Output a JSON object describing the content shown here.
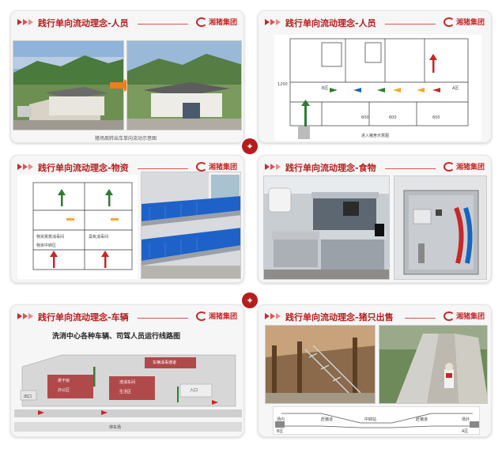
{
  "slides": {
    "s1": {
      "title": "践行单向流动理念-人员",
      "logo": "湘猪集团",
      "caption": "猪场周转出车单向流动示意图"
    },
    "s2": {
      "title": "践行单向流动理念-人员",
      "logo": "湘猪集团",
      "floor_labels": [
        "B区",
        "A区",
        "600",
        "600",
        "600"
      ],
      "side_label": "1200",
      "caption": "进入猪舍示意图"
    },
    "s3": {
      "title": "践行单向流动理念-物资",
      "logo": "湘猪集团",
      "rooms": [
        "物资熏蒸消毒间",
        "臭氧消毒间",
        "物资中转区"
      ]
    },
    "s4": {
      "title": "践行单向流动理念-食物",
      "logo": "湘猪集团"
    },
    "s5": {
      "title": "践行单向流动理念-车辆",
      "logo": "湘猪集团",
      "subtitle": "洗消中心各种车辆、司驾人员运行线路图",
      "labels": [
        "出口",
        "入口",
        "烘干房",
        "洗消车间",
        "车辆消毒通道",
        "办公区",
        "生活区",
        "停车场"
      ]
    },
    "s6": {
      "title": "践行单向流动理念-猪只出售",
      "logo": "湘猪集团",
      "route_labels": [
        "场内",
        "赶猪道",
        "中转站",
        "赶猪道",
        "场外"
      ],
      "route_sub": [
        "B区",
        "A区"
      ]
    }
  },
  "badges": [
    "✦",
    "✦"
  ]
}
